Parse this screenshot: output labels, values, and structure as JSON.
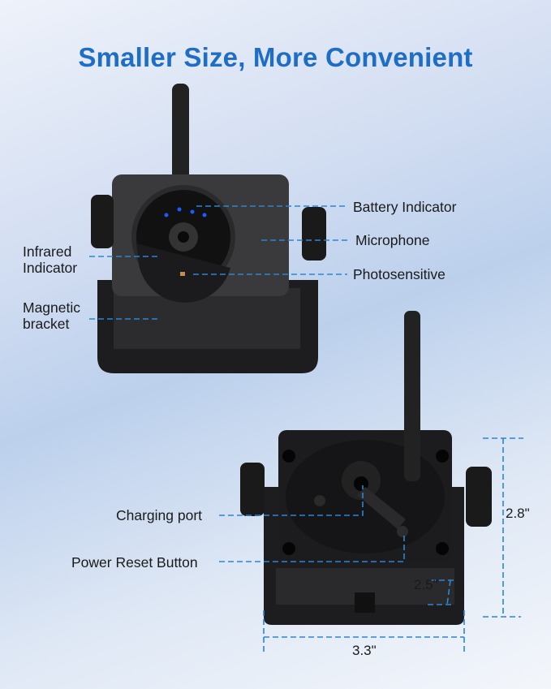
{
  "title": "Smaller Size, More Convenient",
  "front_labels": {
    "battery_indicator": "Battery Indicator",
    "microphone": "Microphone",
    "photosensitive": "Photosensitive",
    "infrared_line1": "Infrared",
    "infrared_line2": "Indicator",
    "magnetic_line1": "Magnetic",
    "magnetic_line2": "bracket"
  },
  "back_labels": {
    "charging_port": "Charging port",
    "power_reset": "Power Reset Button"
  },
  "dimensions": {
    "height": "2.8\"",
    "depth": "2.5\"",
    "width": "3.3\""
  },
  "colors": {
    "title": "#1d6ec4",
    "callout_line": "#2b86d6",
    "indicator_led": "#1e5bff"
  }
}
